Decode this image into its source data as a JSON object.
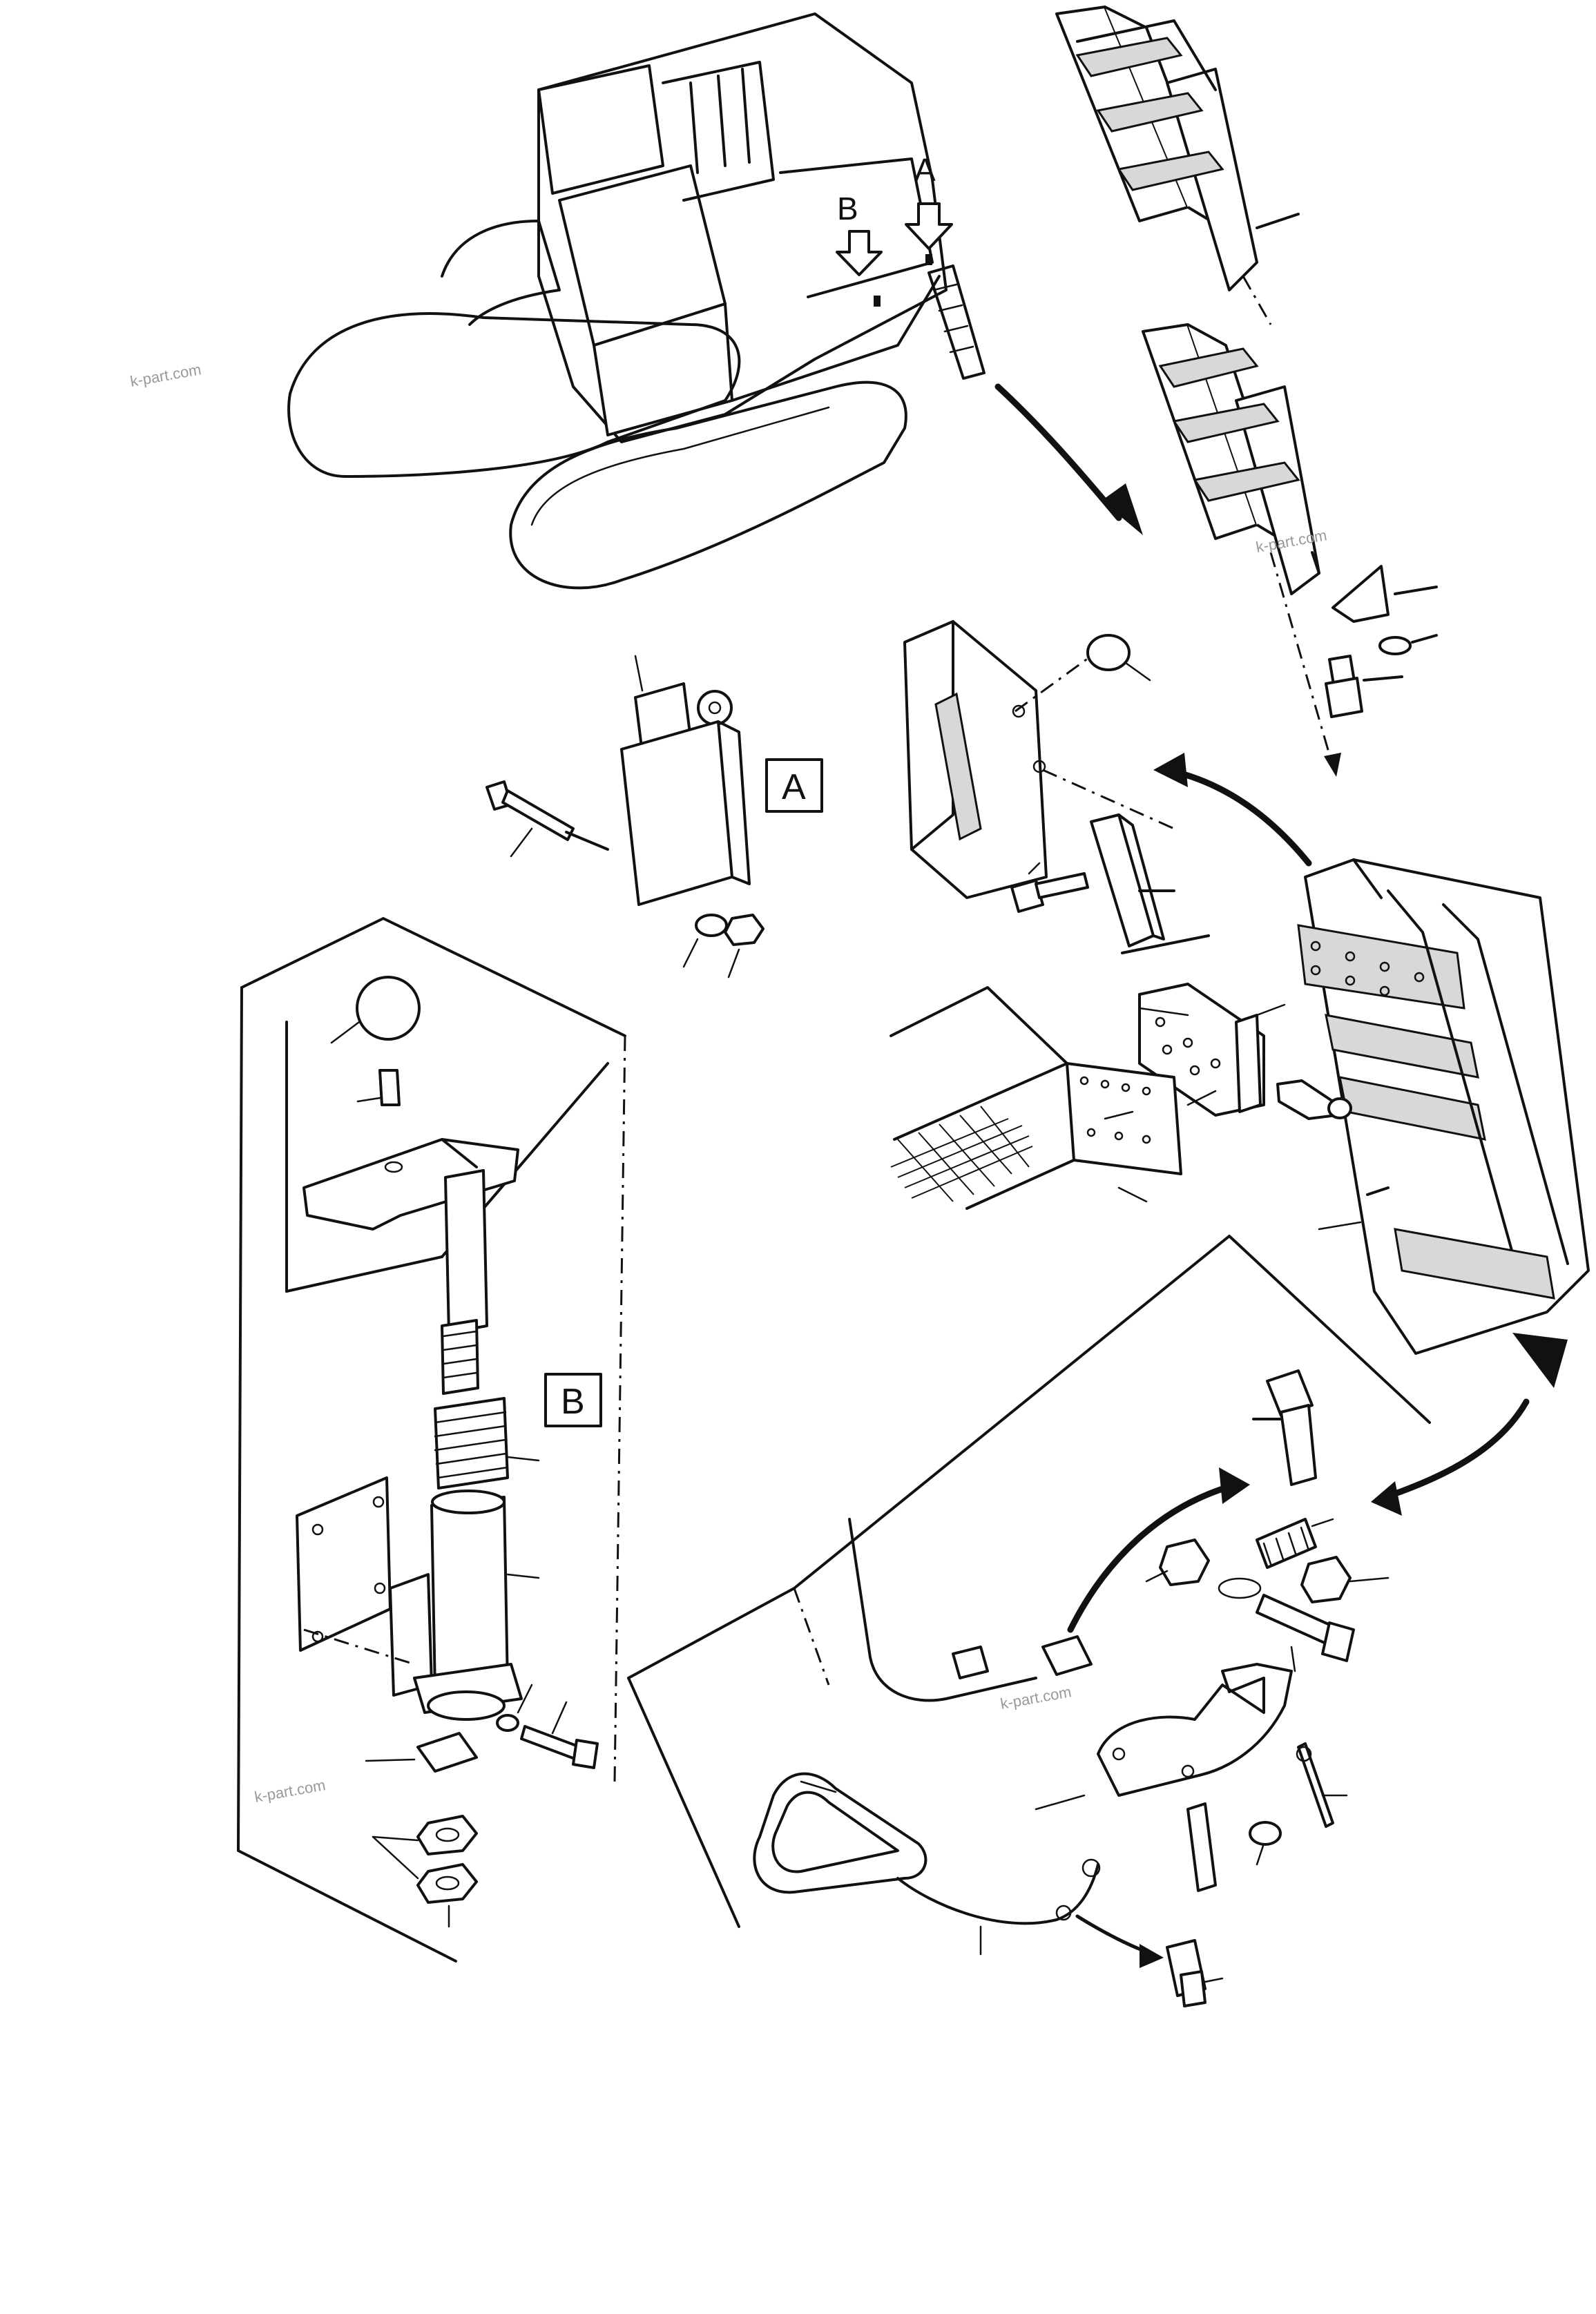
{
  "callouts": {
    "a": "A",
    "b": "B"
  },
  "detail_labels": {
    "a": "A",
    "b": "B"
  },
  "watermarks": [
    "k-part.com",
    "k-part.com",
    "k-part.com",
    "k-part.com"
  ],
  "icons": [
    "arrow-down-icon",
    "curved-arrow-icon"
  ]
}
